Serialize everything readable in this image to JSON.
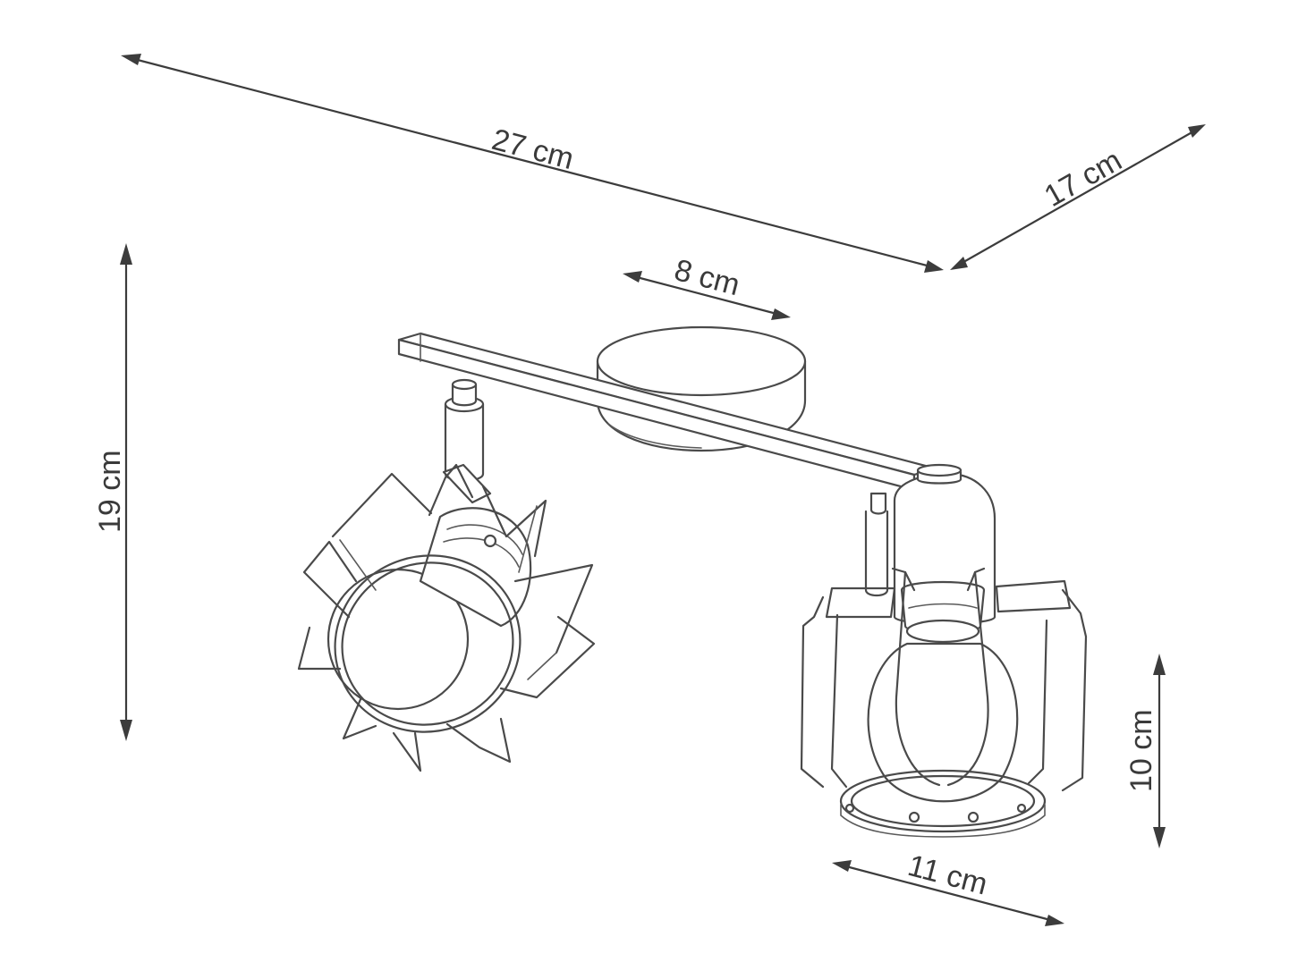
{
  "dimensions": {
    "length": "27 cm",
    "depth": "17 cm",
    "height": "19 cm",
    "canopy_diameter": "8 cm",
    "shade_width": "11 cm",
    "shade_height": "10 cm"
  },
  "colors": {
    "line": "#4a4a4a",
    "text": "#3a3a3a",
    "background": "#ffffff"
  }
}
